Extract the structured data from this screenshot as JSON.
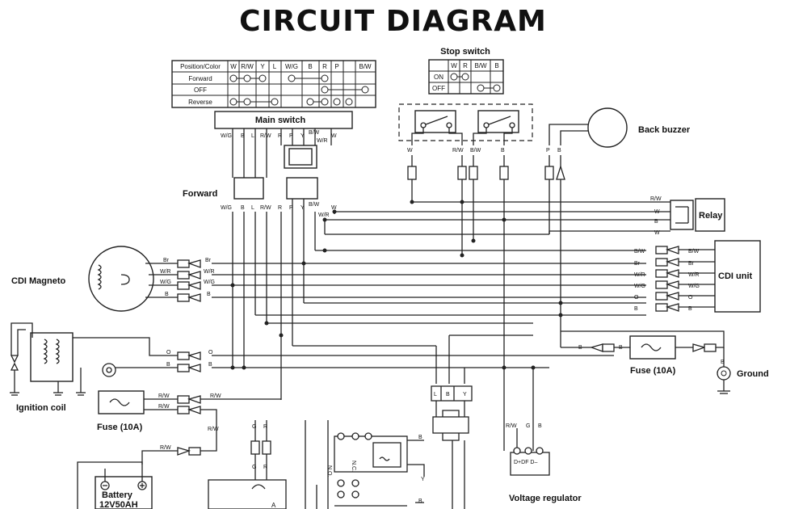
{
  "title": "CIRCUIT DIAGRAM",
  "position_table": {
    "headers": [
      "Position/Color",
      "W",
      "R/W",
      "Y",
      "L",
      "W/G",
      "B",
      "R",
      "P",
      "B/W"
    ],
    "rows": [
      "Forward",
      "OFF",
      "Reverse"
    ]
  },
  "stop_switch": {
    "title": "Stop switch",
    "headers": [
      "W",
      "R",
      "B/W",
      "B"
    ],
    "rows": [
      "ON",
      "OFF"
    ]
  },
  "main_switch": {
    "title": "Main switch",
    "wires_left": [
      "W/G",
      "B",
      "L",
      "R/W"
    ],
    "wires_right": [
      "R",
      "P",
      "Y",
      "B/W",
      "W/R",
      "W"
    ]
  },
  "forward_label": "Forward",
  "components": {
    "back_buzzer": "Back buzzer",
    "relay": "Relay",
    "cdi_unit": "CDI unit",
    "cdi_magneto": "CDI Magneto",
    "ignition_coil": "Ignition coil",
    "fuse_left": "Fuse (10A)",
    "fuse_right": "Fuse (10A)",
    "ground": "Ground",
    "battery_line1": "Battery",
    "battery_line2": "12V50AH",
    "voltage_regulator": "Voltage regulator",
    "voltage_regulator_terminals": "D+DF D–",
    "relay_no": "N.O.",
    "relay_nc": "N.C.",
    "terminal_a": "A"
  },
  "wire_labels": {
    "stop_w": "W",
    "stop_rw": "R/W",
    "stop_bw": "B/W",
    "stop_b": "B",
    "buzzer_p": "P",
    "buzzer_b": "B",
    "relay_wires": [
      "R/W",
      "W",
      "B",
      "W"
    ],
    "cdi_left": [
      "B/W",
      "Br",
      "W/R",
      "W/G",
      "O",
      "B"
    ],
    "cdi_right": [
      "B/W",
      "Br",
      "W/R",
      "W/G",
      "O",
      "B"
    ],
    "magneto": [
      "Br",
      "W/R",
      "W/G",
      "B"
    ],
    "coil": [
      "O",
      "B"
    ],
    "fuse_wires": [
      "R/W",
      "R/W",
      "R/W"
    ],
    "ground_wires": [
      "B",
      "B",
      "B"
    ],
    "lower": [
      "G",
      "R",
      "L",
      "B",
      "Y",
      "R/W",
      "G",
      "B",
      "B",
      "Y",
      "B"
    ]
  }
}
